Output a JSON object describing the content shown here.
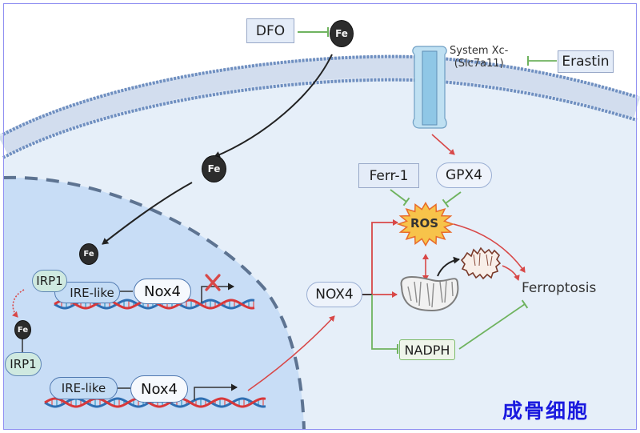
{
  "figure": {
    "caption": "成骨细胞",
    "colors": {
      "extracellular": "#ffffff",
      "cytoplasm": "#e6eff9",
      "nucleus": "#c8ddf6",
      "membrane_head": "#6f8fc0",
      "activation_arrow": "#d84848",
      "inhibition_arrow": "#6fb35f",
      "transport_arrow": "#222222",
      "caption": "#1a1adf",
      "ros_fill": "#f7c34a",
      "ros_edge": "#e86b2a"
    }
  },
  "extracellular": {
    "inhibitors": [
      {
        "id": "dfo",
        "label": "DFO",
        "target": "Fe"
      },
      {
        "id": "erastin",
        "label": "Erastin",
        "target": "System Xc- (Slc7a11)"
      }
    ],
    "fe_outside": {
      "label": "Fe"
    }
  },
  "membrane": {
    "transporter": {
      "line1": "System Xc-",
      "line2": "(Slc7a11)"
    }
  },
  "cytoplasm": {
    "fe_cytoplasm": {
      "label": "Fe"
    },
    "ferr1": {
      "label": "Ferr-1"
    },
    "gpx4": {
      "label": "GPX4"
    },
    "ros": {
      "label": "ROS"
    },
    "nox4_protein": {
      "label": "NOX4"
    },
    "nadph": {
      "label": "NADPH"
    },
    "ferroptosis": {
      "label": "Ferroptosis"
    },
    "mitochondria": {
      "states": [
        "healthy",
        "damaged"
      ]
    }
  },
  "nucleus": {
    "fe_nucleus": {
      "label": "Fe"
    },
    "repressed_gene": {
      "irp1": "IRP1",
      "ire": "IRE-like",
      "gene": "Nox4",
      "transcription": "blocked"
    },
    "released_complex": {
      "fe": "Fe",
      "irp1": "IRP1"
    },
    "active_gene": {
      "ire": "IRE-like",
      "gene": "Nox4",
      "transcription": "active"
    }
  },
  "edges": [
    {
      "from": "DFO",
      "to": "Fe",
      "type": "inhibit"
    },
    {
      "from": "Erastin",
      "to": "System Xc-",
      "type": "inhibit"
    },
    {
      "from": "Fe (extracellular)",
      "to": "Fe (cytoplasm)",
      "type": "transport"
    },
    {
      "from": "Fe (cytoplasm)",
      "to": "Fe (nucleus)",
      "type": "transport"
    },
    {
      "from": "System Xc-",
      "to": "GPX4",
      "type": "activate"
    },
    {
      "from": "Ferr-1",
      "to": "ROS",
      "type": "inhibit"
    },
    {
      "from": "GPX4",
      "to": "ROS",
      "type": "inhibit"
    },
    {
      "from": "NOX4",
      "to": "ROS",
      "type": "activate"
    },
    {
      "from": "NOX4",
      "to": "Mitochondria",
      "type": "activate"
    },
    {
      "from": "NOX4",
      "to": "NADPH",
      "type": "inhibit"
    },
    {
      "from": "ROS",
      "to": "Mitochondria",
      "type": "bidirectional"
    },
    {
      "from": "Mitochondria",
      "to": "Damaged mitochondria",
      "type": "transition"
    },
    {
      "from": "ROS",
      "to": "Ferroptosis",
      "type": "activate"
    },
    {
      "from": "Damaged mitochondria",
      "to": "Ferroptosis",
      "type": "activate"
    },
    {
      "from": "NADPH",
      "to": "Ferroptosis",
      "type": "inhibit"
    },
    {
      "from": "Nox4 (gene)",
      "to": "NOX4",
      "type": "activate"
    },
    {
      "from": "IRP1",
      "to": "Fe-IRP1",
      "type": "release"
    }
  ]
}
